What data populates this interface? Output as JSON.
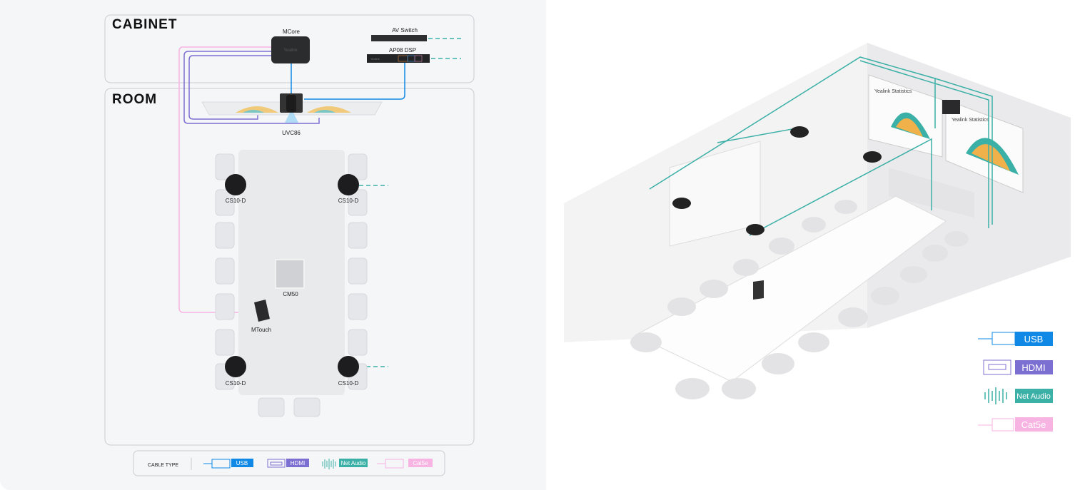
{
  "sections": {
    "cabinet": "CABINET",
    "room": "ROOM"
  },
  "devices": {
    "mcore": "MCore",
    "mcore_brand": "Yealink",
    "av_switch": "AV Switch",
    "dsp": "AP08 DSP",
    "dsp_brand": "Yealink",
    "camera": "UVC86",
    "mic_top_left": "CS10-D",
    "mic_top_right": "CS10-D",
    "mic_bottom_left": "CS10-D",
    "mic_bottom_right": "CS10-D",
    "ceiling_mic": "CM50",
    "touch": "MTouch"
  },
  "legend": {
    "title": "CABLE TYPE",
    "items": [
      {
        "label": "USB",
        "color": "#1089e6",
        "icon": "usb-icon"
      },
      {
        "label": "HDMI",
        "color": "#7c6fd2",
        "icon": "hdmi-icon"
      },
      {
        "label": "Net Audio",
        "color": "#3bb0a6",
        "icon": "sound-wave-icon"
      },
      {
        "label": "Cat5e",
        "color": "#f7b3e2",
        "icon": "ethernet-icon"
      }
    ]
  },
  "screen_text": {
    "title_left": "Yealink Statistics",
    "title_right": "Yealink Statistics"
  }
}
